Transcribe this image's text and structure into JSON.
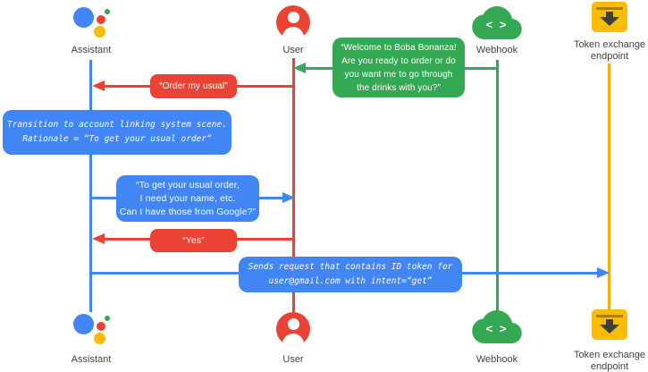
{
  "actors": {
    "assistant": {
      "label": "Assistant"
    },
    "user": {
      "label": "User"
    },
    "webhook": {
      "label": "Webhook",
      "glyph": "< >"
    },
    "token_endpoint": {
      "label_lines": [
        "Token exchange",
        "endpoint"
      ]
    }
  },
  "messages": {
    "welcome": {
      "from": "Webhook",
      "to": "User",
      "color": "#34A853",
      "lines": [
        "“Welcome to Boba Bonanza!",
        "Are you ready to order or do",
        "you want me to go through",
        "the drinks with you?”"
      ]
    },
    "order_my_usual": {
      "from": "User",
      "to": "Assistant",
      "color": "#EA4335",
      "lines": [
        "“Order my usual”"
      ]
    },
    "transition_note": {
      "actor": "Assistant",
      "color": "#4285F4",
      "lines": [
        "Transition to account linking system scene.",
        "Rationale = “To get your usual order”"
      ]
    },
    "ask_google_data": {
      "from": "Assistant",
      "to": "User",
      "color": "#4285F4",
      "lines": [
        "“To get your usual order,",
        "I need your name, etc.",
        "Can I have those from Google?”"
      ]
    },
    "yes": {
      "from": "User",
      "to": "Assistant",
      "color": "#EA4335",
      "lines": [
        "“Yes”"
      ]
    },
    "send_request": {
      "from": "Assistant",
      "to": "Token exchange endpoint",
      "color": "#4285F4",
      "lines": [
        "Sends request that contains ID token for",
        "user@gmail.com with intent=“get”"
      ]
    }
  },
  "colors": {
    "blue": "#4285F4",
    "red": "#EA4335",
    "green": "#34A853",
    "yellow": "#FBBC04",
    "amber": "#F9AB00",
    "label_text": "#424242"
  }
}
